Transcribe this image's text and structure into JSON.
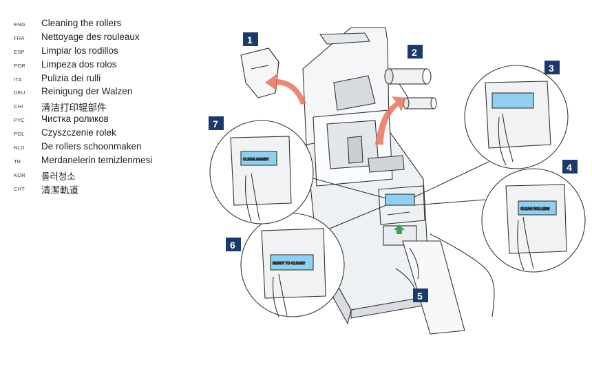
{
  "languages": [
    {
      "code": "ENG",
      "text": "Cleaning the rollers"
    },
    {
      "code": "FRA",
      "text": "Nettoyage des rouleaux"
    },
    {
      "code": "ESP",
      "text": "Limpiar los rodillos"
    },
    {
      "code": "POR",
      "text": "Limpeza dos rolos"
    },
    {
      "code": "ITA",
      "text": "Pulizia dei rulli"
    },
    {
      "code": "DEU",
      "text": "Reinigung der Walzen"
    },
    {
      "code": "CHI",
      "text": "清洁打印辊部件"
    },
    {
      "code": "PYC",
      "text": "Чистка роликов"
    },
    {
      "code": "POL",
      "text": "Czyszczenie rolek"
    },
    {
      "code": "NLD",
      "text": "De rollers schoonmaken"
    },
    {
      "code": "TR",
      "text": "Merdanelerin temizlenmesi"
    },
    {
      "code": "KOR",
      "text": "롤러청소"
    },
    {
      "code": "CHT",
      "text": "清潔軌道"
    }
  ],
  "steps": {
    "s1": "1",
    "s2": "2",
    "s3": "3",
    "s4": "4",
    "s5": "5",
    "s6": "6",
    "s7": "7"
  },
  "lcd": {
    "s3": "",
    "s4": "CLEAN ROLLERS",
    "s6": "READY TO CLEAN?",
    "s7": "CLEAN AGAIN?"
  },
  "colors": {
    "badge": "#1b3a6b",
    "arrow": "#e8735a",
    "lcd": "#8fd0f0",
    "line": "#333333"
  }
}
